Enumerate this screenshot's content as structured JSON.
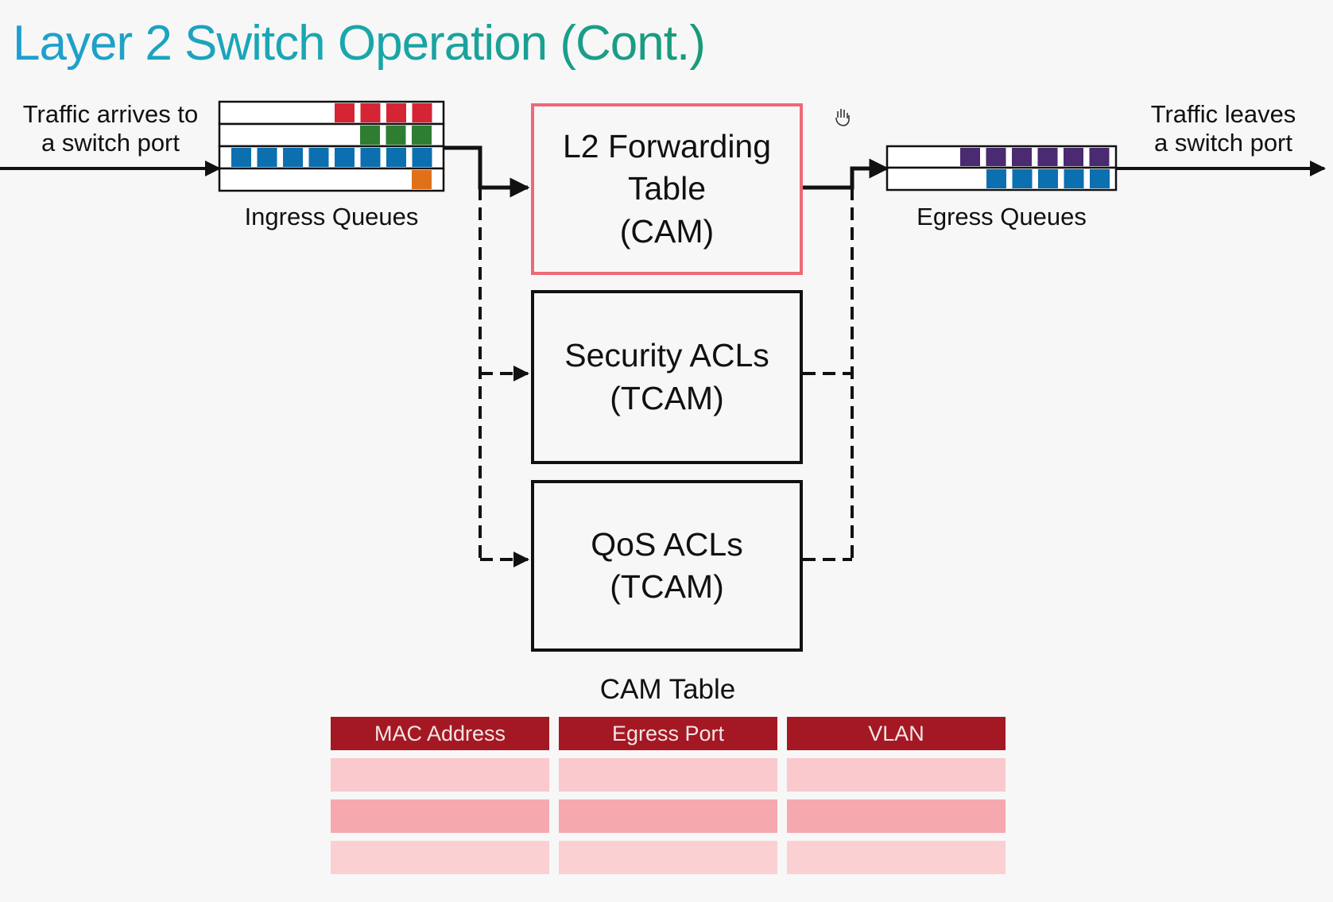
{
  "title": "Layer 2 Switch Operation (Cont.)",
  "labels": {
    "ingress_in": "Traffic arrives to\na switch port",
    "ingress_queues": "Ingress Queues",
    "egress_out": "Traffic leaves\na switch port",
    "egress_queues": "Egress Queues"
  },
  "boxes": {
    "l2_forwarding": "L2 Forwarding\nTable\n(CAM)",
    "security_acls": "Security ACLs\n(TCAM)",
    "qos_acls": "QoS ACLs\n(TCAM)"
  },
  "cam_table": {
    "title": "CAM Table",
    "headers": [
      "MAC Address",
      "Egress Port",
      "VLAN"
    ],
    "empty_rows": 3
  },
  "colors": {
    "red_frame": "#d52433",
    "green_frame": "#2f7d32",
    "blue_frame": "#0c6fb0",
    "orange_frame": "#e0701a",
    "purple_frame": "#4a2a70",
    "cam_header": "#a41823",
    "cam_border": "#ec6a77"
  },
  "icons": [
    "hand-cursor-icon"
  ]
}
